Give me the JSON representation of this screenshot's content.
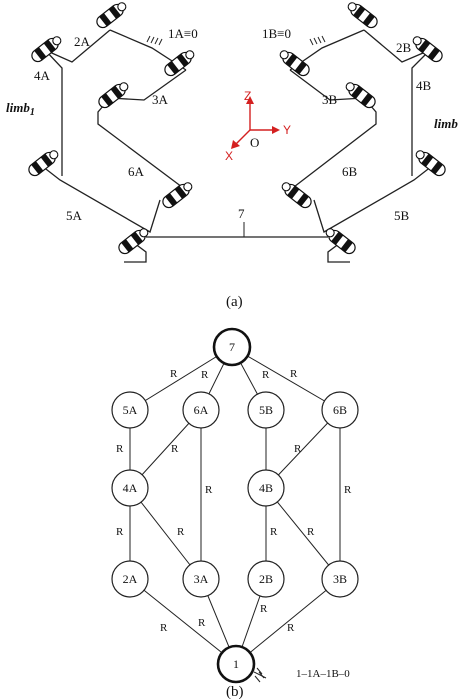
{
  "part_a": {
    "caption": "(a)",
    "labels": {
      "l2A": "2A",
      "l1A": "1A≡0",
      "l1B": "1B≡0",
      "l2B": "2B",
      "l4A": "4A",
      "l3A": "3A",
      "l3B": "3B",
      "l4B": "4B",
      "limb1": "limb",
      "limb1_sub": "1",
      "limb2": "limb",
      "l6A": "6A",
      "l6B": "6B",
      "l5A": "5A",
      "l5B": "5B",
      "l7": "7"
    },
    "axes": {
      "z": "Z",
      "y": "Y",
      "x": "X",
      "o": "O",
      "color": "#d42020"
    }
  },
  "part_b": {
    "caption": "(b)",
    "note": "1–1A–1B–0",
    "edge_label": "R",
    "nodes": {
      "n7": "7",
      "n5A": "5A",
      "n6A": "6A",
      "n5B": "5B",
      "n6B": "6B",
      "n4A": "4A",
      "n4B": "4B",
      "n2A": "2A",
      "n3A": "3A",
      "n2B": "2B",
      "n3B": "3B",
      "n1": "1"
    }
  }
}
